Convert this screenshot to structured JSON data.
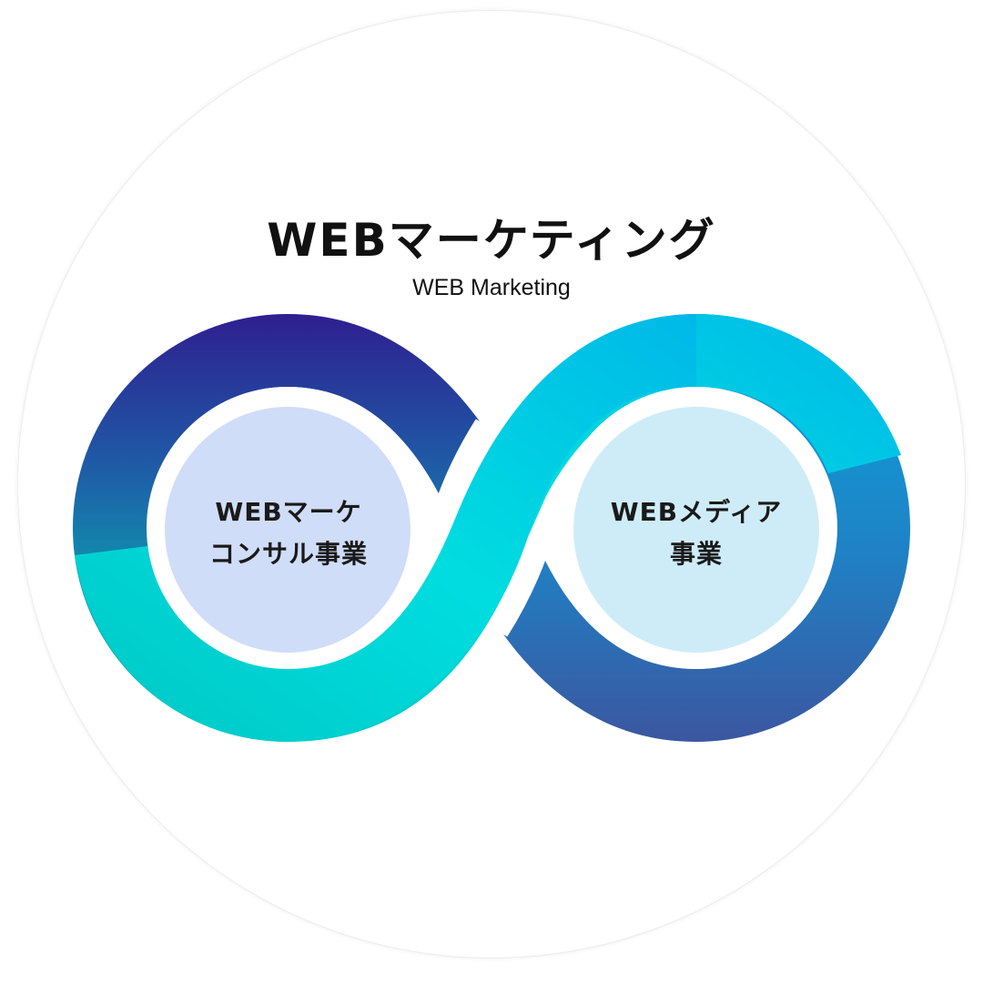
{
  "title": "WEBマーケティング",
  "subtitle": "WEB Marketing",
  "nodes": [
    {
      "line1": "WEBマーケ",
      "line2": "コンサル事業",
      "fill": "#d0ddf8"
    },
    {
      "line1": "WEBメディア",
      "line2": "事業",
      "fill": "#ceecf8"
    }
  ],
  "colors": {
    "left_loop_top": "#2a1a8c",
    "left_loop_bottom": "#00c9c0",
    "crossing_band": "#00d9e0",
    "right_loop_top": "#0a9fd8",
    "right_loop_bottom": "#3a55a0"
  }
}
